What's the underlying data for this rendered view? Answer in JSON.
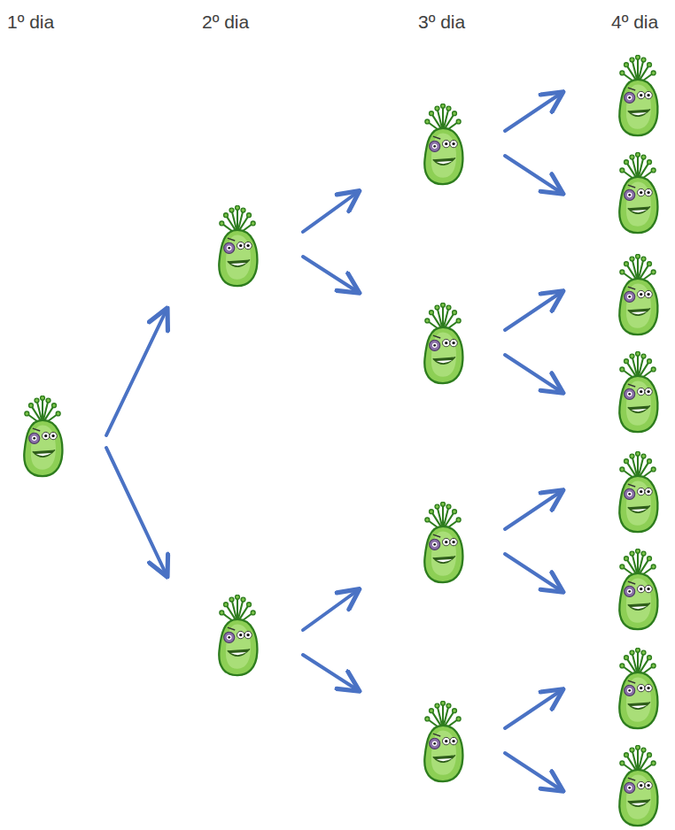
{
  "diagram": {
    "labels": [
      "1º dia",
      "2º dia",
      "3º dia",
      "4º dia"
    ]
  }
}
